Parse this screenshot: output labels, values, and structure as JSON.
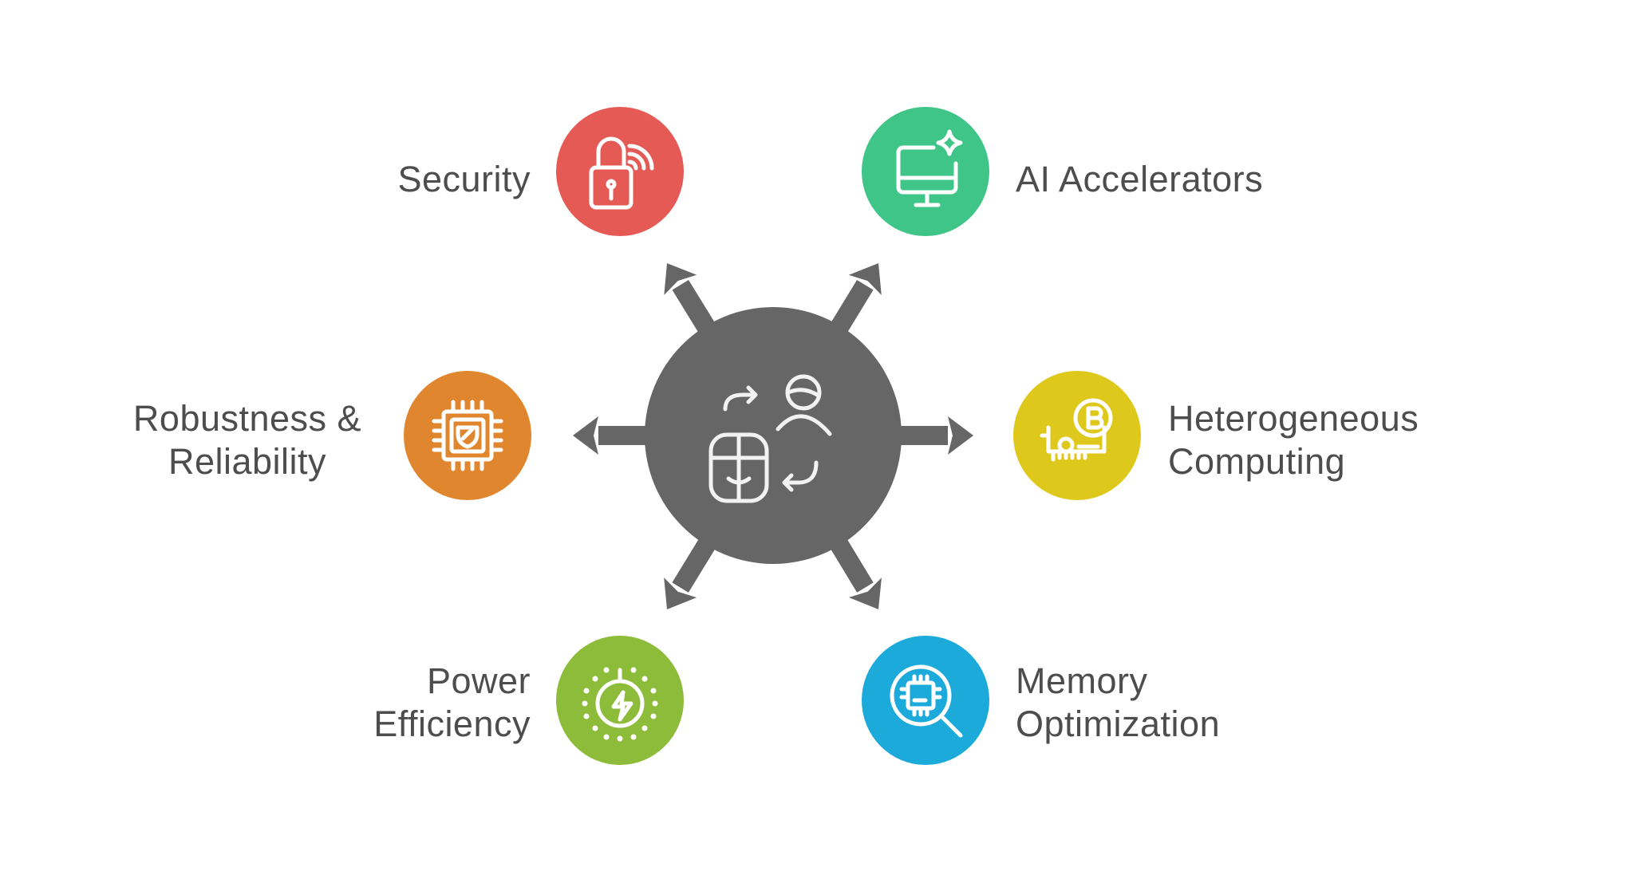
{
  "colors": {
    "hub": "#666666",
    "security": "#E55A55",
    "ai_accelerators": "#3EC587",
    "robustness": "#E0862E",
    "heterogeneous": "#DFC81C",
    "power": "#8DBB3A",
    "memory": "#1CAADB",
    "text": "#4d4d4d"
  },
  "hub": {
    "icon": "user-mouse-exchange-icon"
  },
  "nodes": [
    {
      "label_lines": [
        "Security"
      ],
      "icon": "lock-wireless-icon"
    },
    {
      "label_lines": [
        "AI Accelerators"
      ],
      "icon": "monitor-sparkle-icon"
    },
    {
      "label_lines": [
        "Robustness &",
        "Reliability"
      ],
      "icon": "chip-shield-icon"
    },
    {
      "label_lines": [
        "Heterogeneous",
        "Computing"
      ],
      "icon": "gpu-card-bitcoin-icon"
    },
    {
      "label_lines": [
        "Power",
        "Efficiency"
      ],
      "icon": "power-bolt-icon"
    },
    {
      "label_lines": [
        "Memory",
        "Optimization"
      ],
      "icon": "chip-magnifier-icon"
    }
  ]
}
